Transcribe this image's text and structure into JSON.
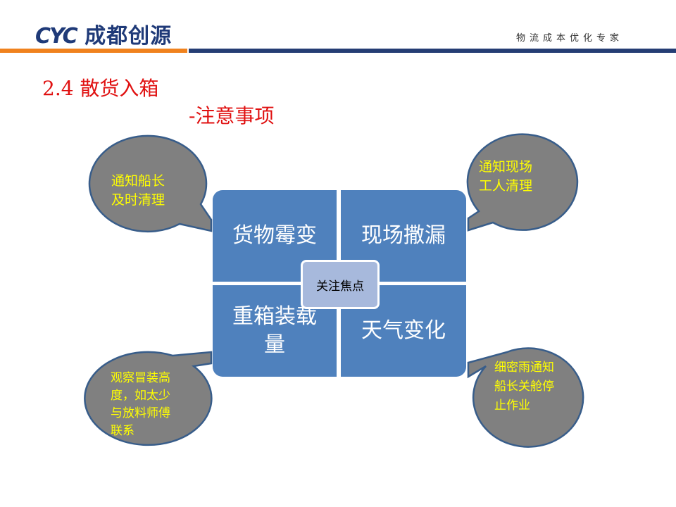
{
  "header": {
    "logo_letters": "CYC",
    "logo_name": "成都创源",
    "tagline": "物流成本优化专家",
    "colors": {
      "orange": "#f0821e",
      "navy": "#253d74"
    }
  },
  "title": {
    "line1": "2.4 散货入箱",
    "line2": "-注意事项"
  },
  "grid": {
    "center": "关注焦点",
    "quads": [
      "货物霉变",
      "现场撒漏",
      "重箱装载量",
      "天气变化"
    ]
  },
  "callouts": {
    "top_left": [
      "通知船长",
      "及时清理"
    ],
    "top_right": [
      "通知现场",
      "工人清理"
    ],
    "bottom_left": [
      "观察冒装高",
      "度，如太少",
      "与放料师傅",
      "联系"
    ],
    "bottom_right": [
      "细密雨通知",
      "船长关舱停",
      "止作业"
    ]
  }
}
